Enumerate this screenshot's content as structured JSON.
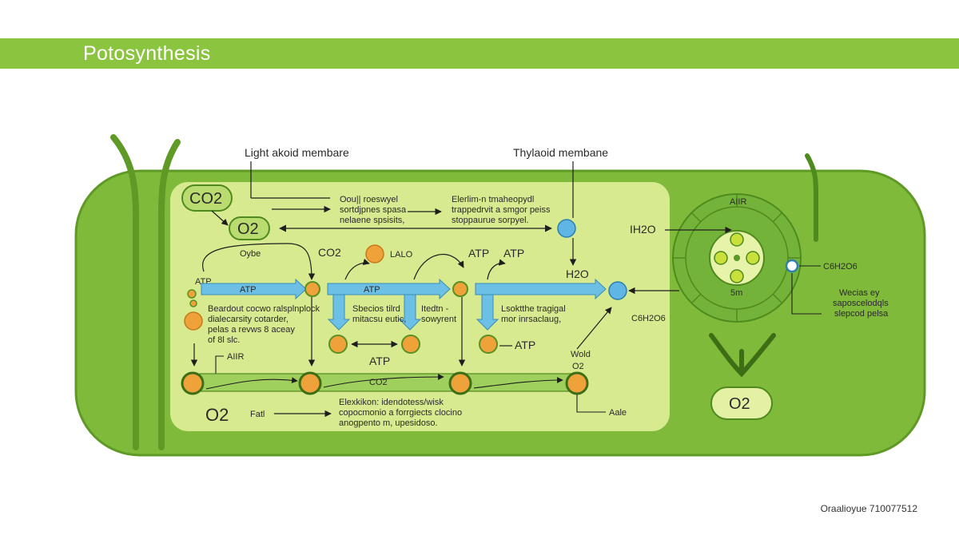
{
  "banner": {
    "title": "Potosynthesis"
  },
  "labels": {
    "top_left": "Light akoid membare",
    "top_right": "Thylaoid membane",
    "co2_pill": "CO2",
    "o2_pill": "O2",
    "oybe": "Oybe",
    "co2_mid": "CO2",
    "lalo": "LALO",
    "atp_a": "ATP",
    "atp_b": "ATP",
    "atp_arrow1": "ATP",
    "atp_arrow2": "ATP",
    "atp_left": "ATP",
    "atp_bottom": "ATP",
    "atp_right_node": "ATP",
    "aiir_left": "AIIR",
    "h2o_mid": "H2O",
    "h2o_right": "IH2O",
    "c6_mid": "C6H2O6",
    "c6_right": "C6H2O6",
    "aiir_circle": "AIIR",
    "o2_small": "O2",
    "o2_bottom_left": "O2",
    "o2_bottom_right": "O2",
    "fatl": "Fatl",
    "wold": "Wold",
    "aale": "Aale",
    "co2_arrow": "CO2",
    "sm_label": "5m"
  },
  "text_blocks": {
    "box1": [
      "Oou|| roeswyel",
      "sortdjpnes spasa",
      "nelaene spsisits,"
    ],
    "box2": [
      "Elerlim-n tmaheopydl",
      "trappedrvit a smgor peiss",
      "stoppaurue sorpyel."
    ],
    "box3": [
      "Beardout cocwo ralsplnplock",
      "dialecarsity cotarder,",
      "pelas a revws 8 aceay",
      "of 8l slc."
    ],
    "box4": [
      "Sbecios tilrd",
      "mitacsu eutic,"
    ],
    "box5": [
      "Itedtn -",
      "sowyrent"
    ],
    "box6": [
      "Lsoktthe tragigal",
      "mor inrsaclaug,"
    ],
    "box7": [
      "Elexkikon: idendotess/wisk",
      "copocmonio a forrgiects clocino",
      "anogpento m, upesidoso."
    ],
    "box8": [
      "Wecias ey",
      "saposcelodqls",
      "slepcod pelsa"
    ]
  },
  "footer": {
    "code": "Oraalioyue 710077512"
  },
  "colors": {
    "banner": "#8bc53f",
    "outer_band": "#7fba3a",
    "inner_panel": "#d7ea8f",
    "arrow_blue": "#6cc0e5",
    "node_orange": "#f0a23a",
    "node_ring": "#5a8f22",
    "blue_dot": "#5fb5e4"
  }
}
